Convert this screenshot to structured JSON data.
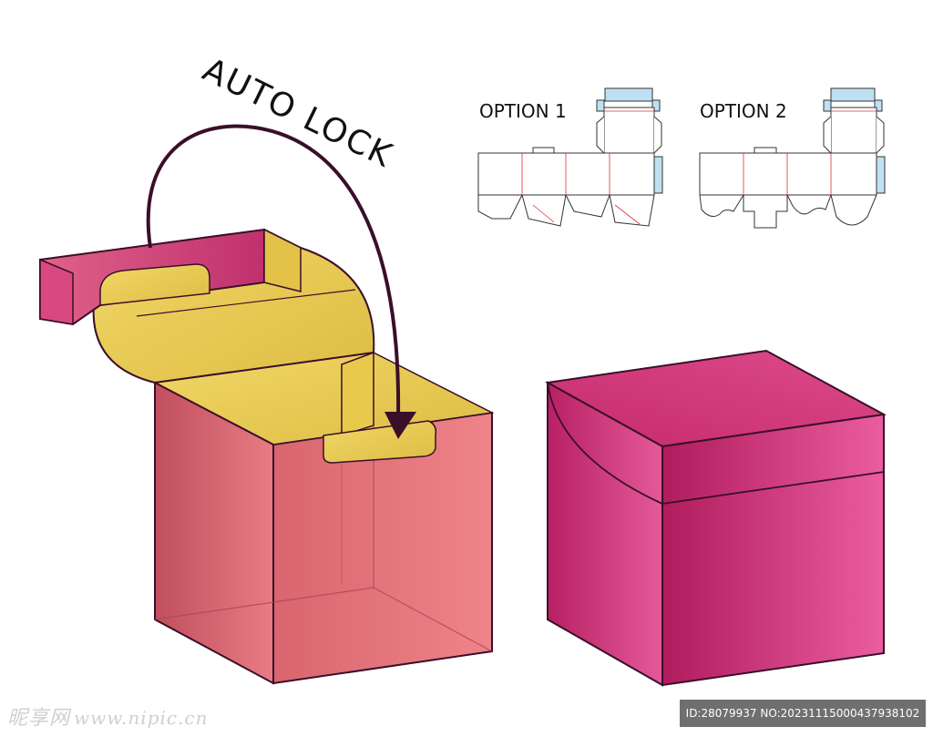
{
  "title": "AUTO LOCK",
  "options": [
    {
      "label": "OPTION 1"
    },
    {
      "label": "OPTION 2"
    }
  ],
  "watermark": {
    "site": "昵享网",
    "url": "www.nipic.cn",
    "id_text": "ID:28079937 NO:20231115000437938102"
  },
  "colors": {
    "box_pink": "#e4707a",
    "box_pink_dark": "#c9565f",
    "box_magenta": "#d23577",
    "box_magenta_dark": "#b82265",
    "box_interior": "#e8c94e",
    "arrow": "#3a0f2a",
    "outline": "#3a0f2a",
    "dieline_cut": "#333333",
    "dieline_fold": "#e0303a",
    "dieline_glue": "#a9d4ee"
  }
}
